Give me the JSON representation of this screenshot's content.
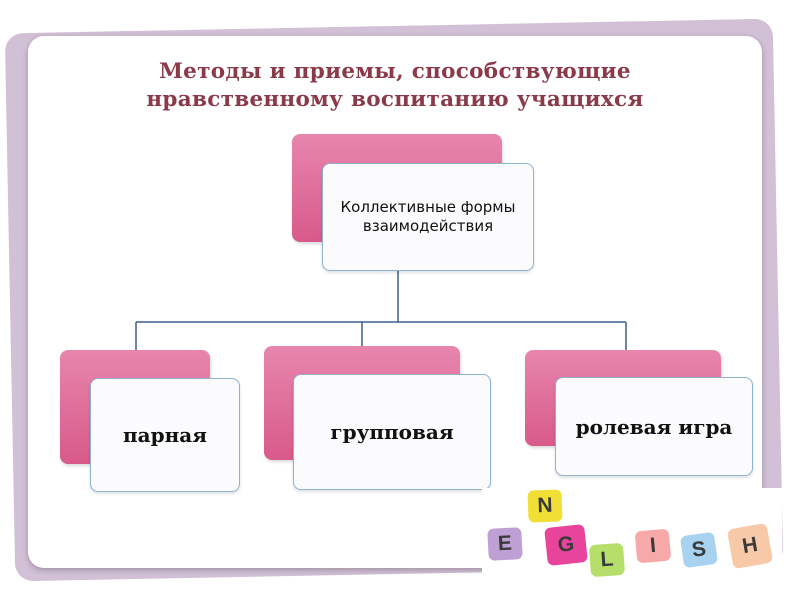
{
  "title": {
    "line1": "Методы и приемы, способствующие",
    "line2": "нравственному воспитанию учащихся"
  },
  "diagram": {
    "root": {
      "label": "Коллективные формы взаимодействия"
    },
    "children": [
      {
        "label": "парная"
      },
      {
        "label": "групповая"
      },
      {
        "label": "ролевая игра"
      }
    ]
  },
  "logo": {
    "letters": [
      "N",
      "E",
      "G",
      "L",
      "I",
      "S",
      "H"
    ]
  },
  "colors": {
    "pink": "#e070a0",
    "title": "#8b3a4a",
    "connector": "#3a5f8a",
    "panel_back": "#d2c0d6"
  }
}
